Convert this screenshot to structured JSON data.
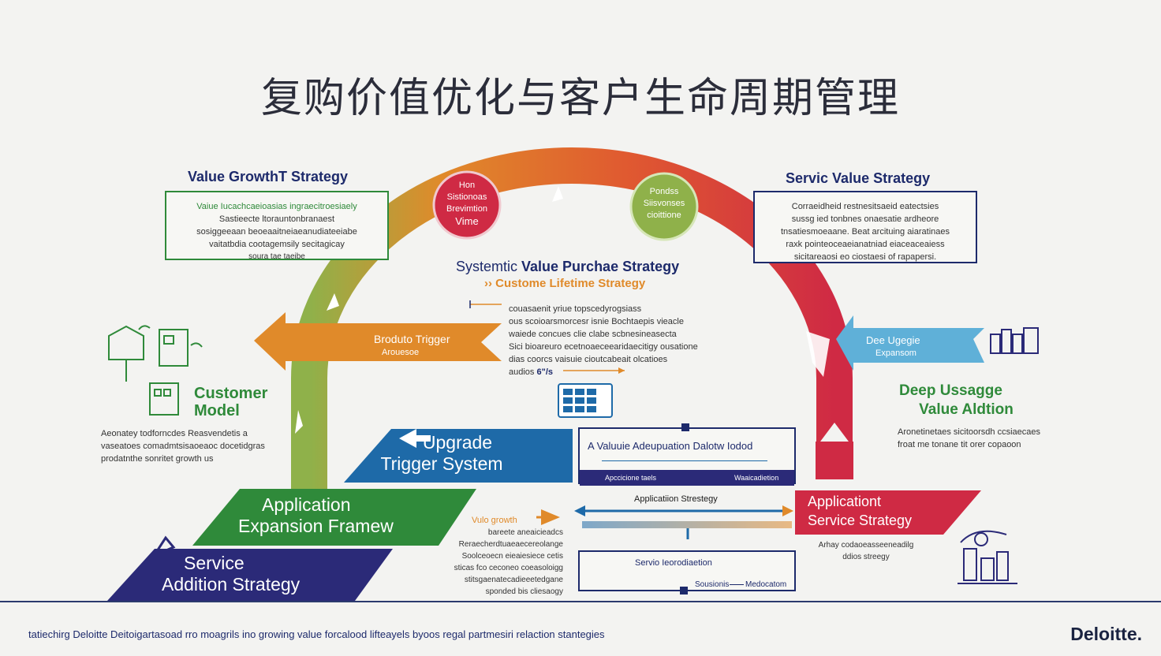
{
  "title": "复购价值优化与客户生命周期管理",
  "left_strategy": {
    "heading": "Value GrowthT Strategy",
    "lines": [
      "Vaiue Iucachcaeioasias ingraecitroesiaely",
      "Sastieecte ltorauntonbranaest",
      "sosiggeeaan beoeaaitneiaeanudiateeiabe",
      "vaitatbdia cootagemsily secitagicay",
      "soura tae taeibe"
    ]
  },
  "right_strategy": {
    "heading": "Servic Value Strategy",
    "lines": [
      "Corraeidheid restnesitsaeid eatectsies",
      "sussg ied tonbnes onaesatie ardheore",
      "tnsatiesmoeaane. Beat arcituing aiaratinaes",
      "raxk pointeoceaeianatniad eiaceaceaiess",
      "sicitareaosi eo ciostaesi of rapapersi."
    ]
  },
  "center": {
    "heading_plain": "Systemtic ",
    "heading_bold": "Value Purchae Strategy",
    "subheading": "Custome Lifetime Strategy",
    "text_lines": [
      "couasaenit yriue topscedyrogsiass",
      "ous scoioarsmorcesr isnie Bochtaepis vieacle",
      "waiede concues clie clabe scbnesineasecta",
      "Sici bioareuro ecetnoaeceearidaecitigy ousatione",
      "dias coorcs vaisuie cioutcabeait olcatioes",
      "audios"
    ],
    "amount": "6\"/s"
  },
  "circles": {
    "red": [
      "Hon",
      "Sistionoas",
      "Brevimtion",
      "Vime"
    ],
    "green": [
      "Pondss",
      "Siisvonses",
      "cioittione"
    ]
  },
  "arrows": {
    "product_trigger": [
      "Broduto Trigger",
      "Arouesoe"
    ],
    "deep_usage": [
      "Dee Ugegie",
      "Expansom"
    ]
  },
  "customer_model": {
    "heading": [
      "Customer",
      "Model"
    ],
    "lines": [
      "Aeonatey todforncdes Reasvendetis a",
      "vaseatoes comadmtsisaoeaoc docetidgras",
      "prodatnthe sonritet growth us"
    ]
  },
  "deep_usage": {
    "heading": [
      "Deep Ussagge",
      "Value Aldtion"
    ],
    "lines": [
      "Aronetinetaes sicitoorsdh ccsiaecaes",
      "froat me tonane tit orer copaoon"
    ]
  },
  "ribbons": {
    "upgrade": [
      "Upgrade",
      "Trigger System"
    ],
    "application": [
      "Application",
      "Expansion Framew"
    ],
    "service": [
      "Service",
      "Addition Strategy"
    ],
    "app_service": [
      "Applicationt",
      "Service Strategy"
    ]
  },
  "value_box": {
    "title": "A  Valuuie Adeupuation Dalotw Iodod",
    "left": "Apccicione taels",
    "right": "Waaicadietion"
  },
  "application_strategy_label": "Applicatiion Strestegy",
  "value_growth": {
    "label": "Vulo growth",
    "lines": [
      "bareete aneaicieadcs",
      "Reraecherdtuaeaecereolange",
      "Soolceoecn eieaiesiece cetis",
      "sticas fco ceconeo coeasoloigg",
      "stitsgaenatecadieeetedgane",
      "sponded bis cliesaogy"
    ]
  },
  "service_box": {
    "title": "Servio Ieorodiaetion",
    "left": "Sousionis",
    "right": "Medocatom"
  },
  "app_service_note": [
    "Arhay codaoeasseeneadilg",
    "ddios streegy"
  ],
  "footer": "tatiechirg Deloitte Deitoigartasoad rro moagrils ino growing value forcalood lifteayels byoos regal partmesiri relaction stantegies",
  "brand": "Deloitte.",
  "colors": {
    "navy": "#1d2a6b",
    "green": "#2f8a3a",
    "orange": "#e08a2a",
    "red": "#cf2a44",
    "blue": "#1e6aa8",
    "teal": "#5fb0d8",
    "lime": "#8fb14a"
  }
}
